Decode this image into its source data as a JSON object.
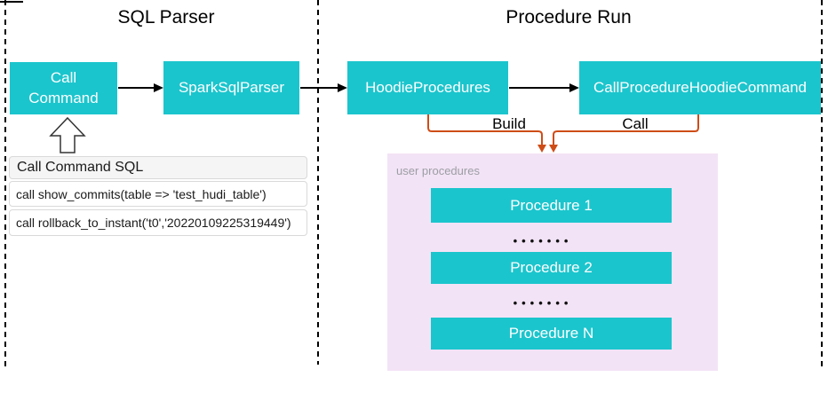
{
  "diagram": {
    "sections": {
      "left_title": "SQL Parser",
      "right_title": "Procedure Run"
    },
    "nodes": {
      "call_command": "Call\nCommand",
      "spark_sql_parser": "SparkSqlParser",
      "hoodie_procedures": "HoodieProcedures",
      "call_procedure_hoodie_command": "CallProcedureHoodieCommand"
    },
    "edges": {
      "build_label": "Build",
      "call_label": "Call"
    },
    "sql_panel": {
      "header": "Call Command SQL",
      "rows": [
        "call show_commits(table => 'test_hudi_table')",
        "call rollback_to_instant('t0','20220109225319449')"
      ]
    },
    "user_procedures": {
      "label": "user procedures",
      "items": [
        "Procedure 1",
        "Procedure 2",
        "Procedure N"
      ],
      "ellipsis": "•••••••"
    },
    "colors": {
      "node_teal": "#1BC5CD",
      "edge_orange": "#CE4D17",
      "panel_pink": "#F3E3F6",
      "panel_label_gray": "#9B9EA3",
      "dashed_border": "#000000"
    }
  }
}
